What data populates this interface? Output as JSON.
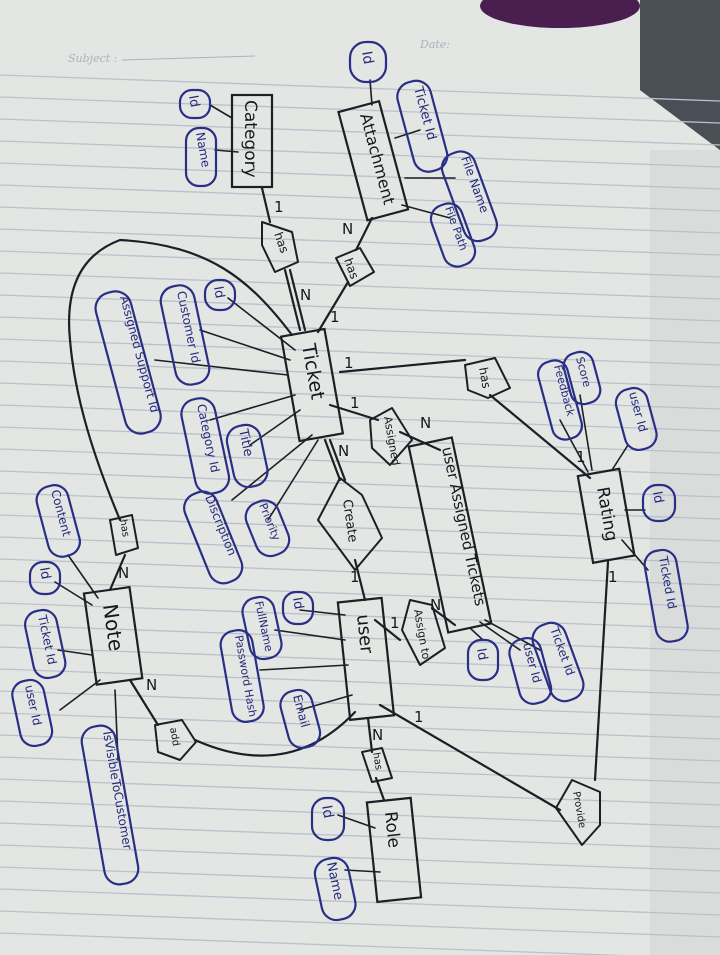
{
  "header": {
    "subject_label": "Subject :",
    "date_label": "Date:"
  },
  "entities": {
    "category": {
      "name": "Category",
      "attributes": [
        "Id",
        "Name"
      ]
    },
    "attachment": {
      "name": "Attachment",
      "attributes": [
        "Id",
        "Ticket Id",
        "File Name",
        "File Path"
      ]
    },
    "ticket": {
      "name": "Ticket",
      "attributes": [
        "Id",
        "Customer Id",
        "Assigned Support Id",
        "Category Id",
        "Title",
        "Discription",
        "Priority"
      ]
    },
    "user_assigned_tickets": {
      "name": "user Assigned Tickets",
      "attributes": [
        "Id",
        "user Id",
        "Ticket Id"
      ]
    },
    "rating": {
      "name": "Rating",
      "attributes": [
        "Score",
        "Feedback",
        "user Id",
        "Id",
        "Ticked Id"
      ]
    },
    "note": {
      "name": "Note",
      "attributes": [
        "Content",
        "Id",
        "Ticket Id",
        "user Id",
        "IsVisibleToCustomer"
      ]
    },
    "user": {
      "name": "user",
      "attributes": [
        "Id",
        "FullName",
        "Password Hash",
        "Email"
      ]
    },
    "role": {
      "name": "Role",
      "attributes": [
        "Id",
        "Name"
      ]
    }
  },
  "relationships": {
    "category_ticket": "has",
    "attachment_ticket": "has",
    "ticket_rating": "has",
    "ticket_assigned": "Assigned",
    "user_create_ticket": "Create",
    "user_assign_to": "Assign to",
    "ticket_note": "has",
    "user_add_note": "add",
    "user_role": "has",
    "user_provide_rating": "Provide"
  },
  "cardinality": {
    "one": "1",
    "many": "N"
  },
  "colors": {
    "paper": "#e4e6e3",
    "rule_line": "#b9c2cc",
    "ink_black": "#1d1f24",
    "ink_blue": "#2a2f86"
  }
}
